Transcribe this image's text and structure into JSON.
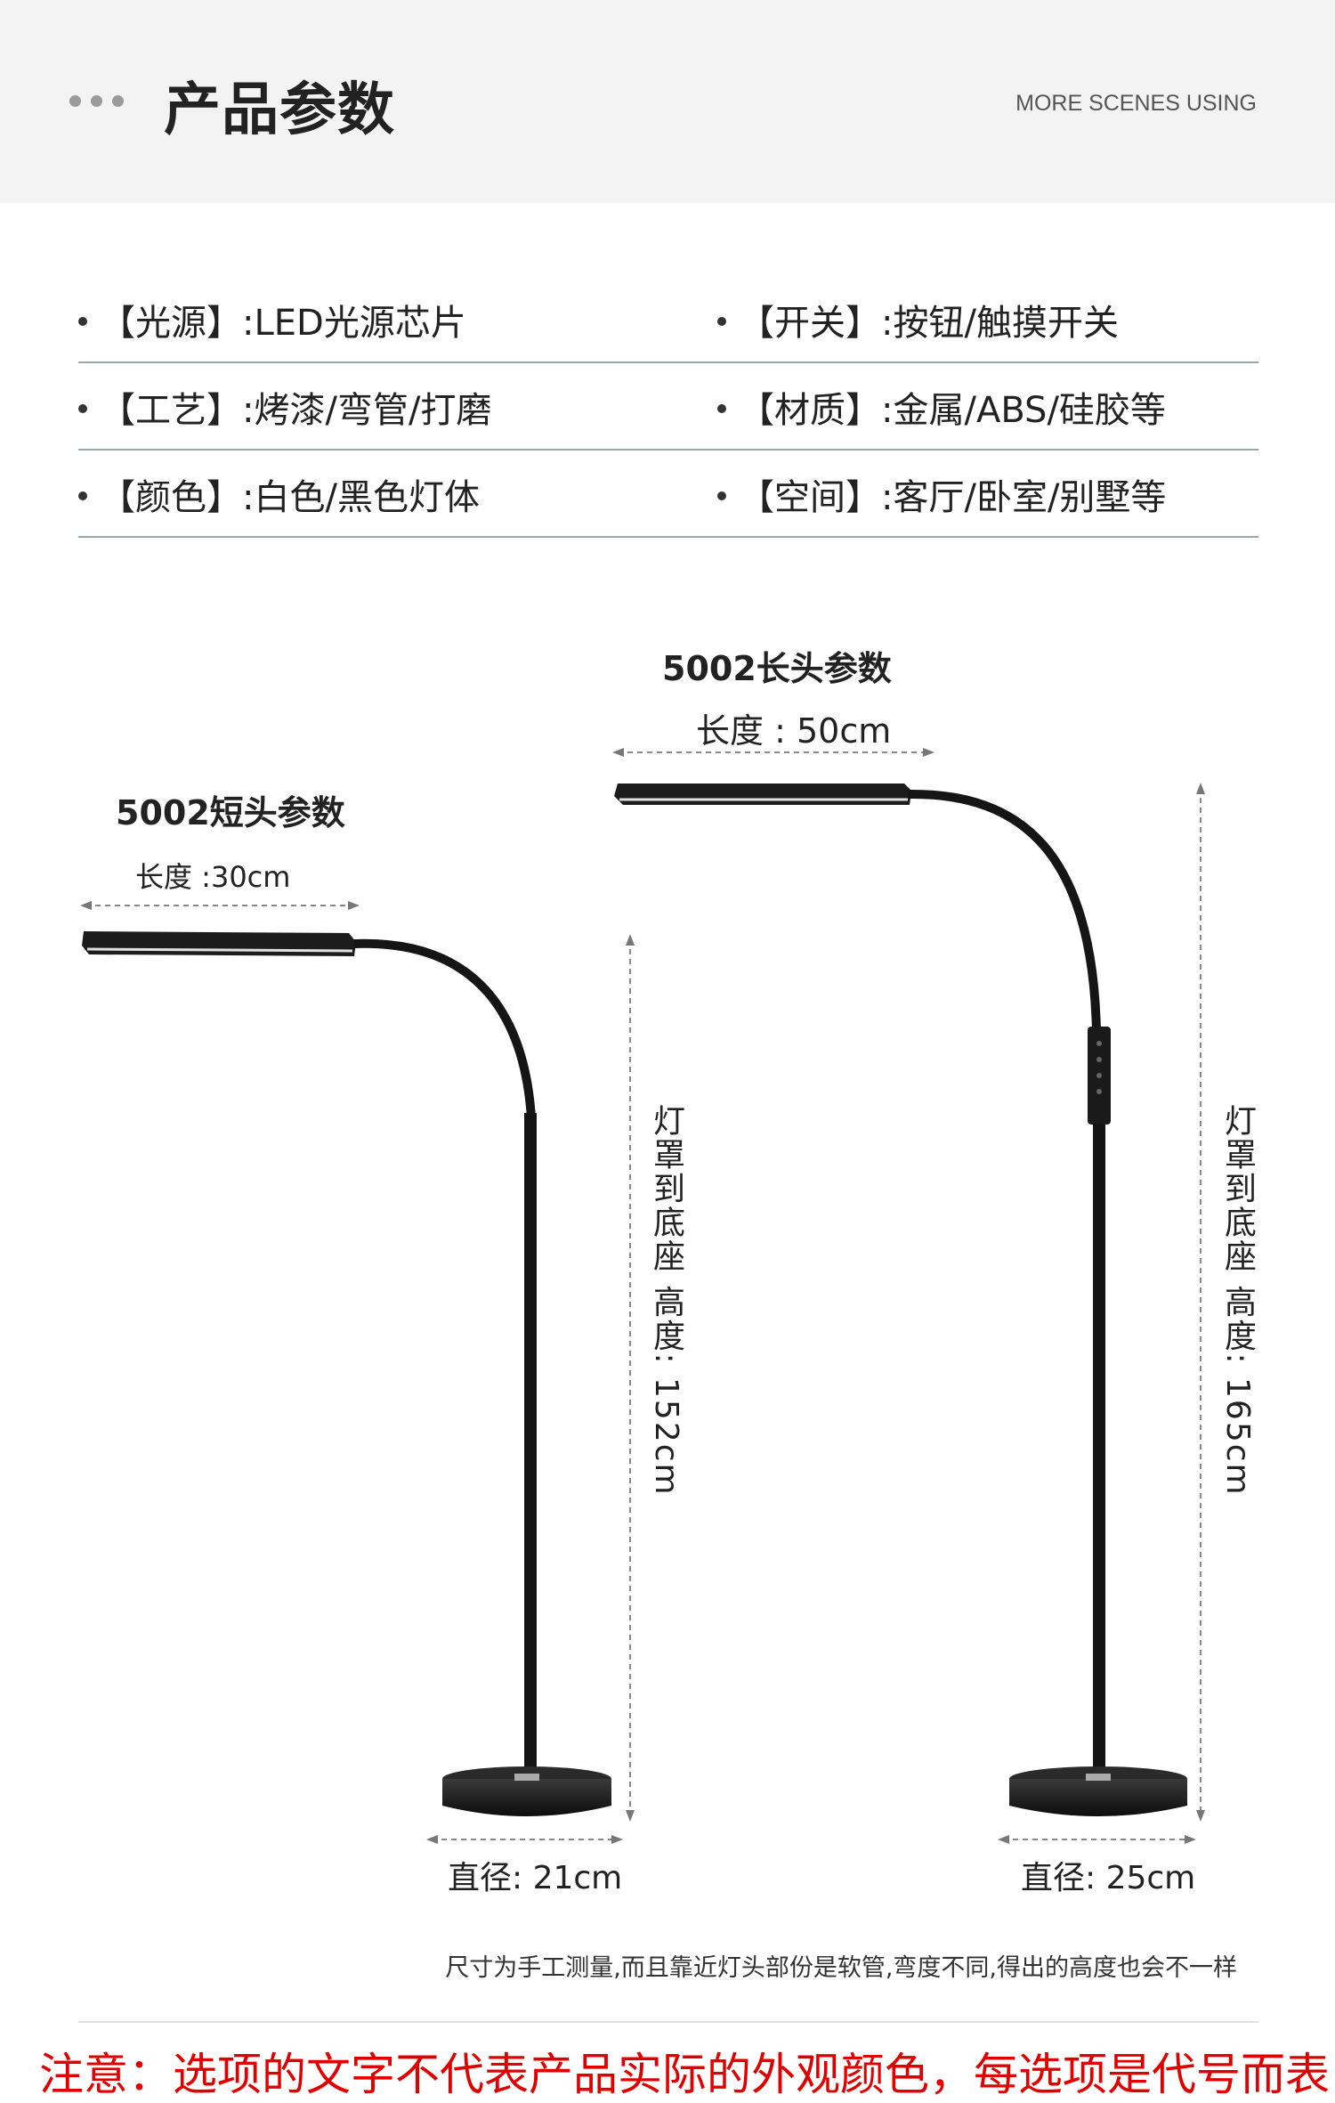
{
  "header": {
    "title": "产品参数",
    "subtitle": "MORE SCENES USING"
  },
  "specs": [
    {
      "left": "【光源】:LED光源芯片",
      "right": "【开关】:按钮/触摸开关"
    },
    {
      "left": "【工艺】:烤漆/弯管/打磨",
      "right": "【材质】:金属/ABS/硅胶等"
    },
    {
      "left": "【颜色】:白色/黑色灯体",
      "right": "【空间】:客厅/卧室/别墅等"
    }
  ],
  "short_lamp": {
    "title": "5002短头参数",
    "length": "长度 :30cm",
    "height": "灯罩到底座 高度: 152cm",
    "diameter": "直径: 21cm"
  },
  "long_lamp": {
    "title": "5002长头参数",
    "length": "长度 : 50cm",
    "height": "灯罩到底座 高度: 165cm",
    "diameter": "直径: 25cm"
  },
  "note": "尺寸为手工测量,而且靠近灯头部份是软管,弯度不同,得出的高度也会不一样",
  "warning": "注意：选项的文字不代表产品实际的外观颜色，每选项是代号而表"
}
